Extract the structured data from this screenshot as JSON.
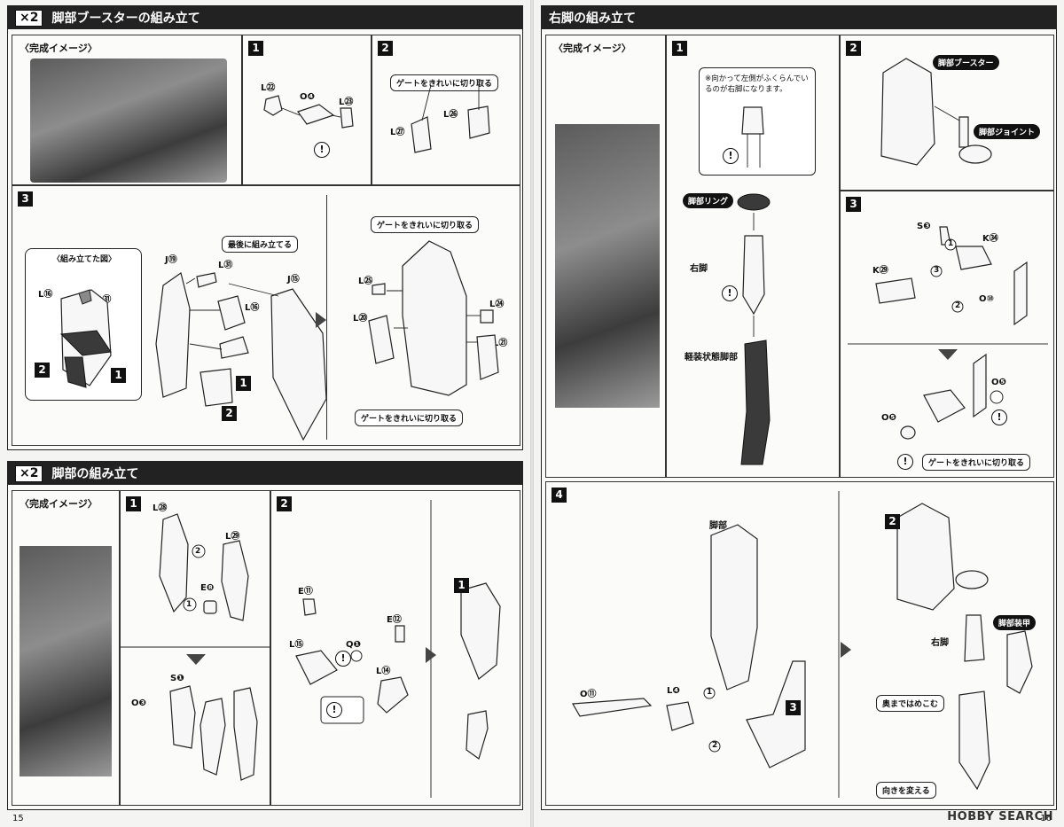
{
  "left_page": {
    "page_number": "15",
    "booster_section": {
      "multiplier": "×2",
      "title": "脚部ブースターの組み立て",
      "complete_image_label": "〈完成イメージ〉",
      "step1": {
        "num": "1",
        "parts": [
          "L㉒",
          "O❹",
          "L㉓"
        ]
      },
      "step2": {
        "num": "2",
        "callout": "ゲートをきれいに切り取る",
        "parts": [
          "L㉗",
          "L㉖"
        ]
      },
      "step3": {
        "num": "3",
        "assembled_label": "〈組み立てた図〉",
        "inset_parts": [
          "L⑯",
          "L㉛"
        ],
        "inset_steps": [
          "2",
          "1"
        ],
        "callout_last": "最後に組み立てる",
        "parts": [
          "J⑲",
          "L㉛",
          "L⑯",
          "J⑮"
        ],
        "steps": [
          "1",
          "2"
        ],
        "callout_gate_top": "ゲートをきれいに切り取る",
        "callout_gate_bottom": "ゲートをきれいに切り取る",
        "parts_right": [
          "L㉕",
          "L⑳",
          "L㉔",
          "L㉑"
        ]
      }
    },
    "leg_section": {
      "multiplier": "×2",
      "title": "脚部の組み立て",
      "complete_image_label": "〈完成イメージ〉",
      "step1": {
        "num": "1",
        "parts": [
          "L㉘",
          "L㉙",
          "E❽"
        ],
        "order": [
          "2",
          "1"
        ],
        "lower_parts": [
          "S❶",
          "O❸"
        ]
      },
      "step2": {
        "num": "2",
        "parts": [
          "E⑪",
          "E⑫",
          "L⑮",
          "Q❶",
          "L⑭"
        ],
        "sub_step": "1"
      }
    }
  },
  "right_page": {
    "page_number": "16",
    "right_leg_section": {
      "title": "右脚の組み立て",
      "complete_image_label": "〈完成イメージ〉",
      "step1": {
        "num": "1",
        "note": "※向かって左側がふくらんでいるのが右脚になります。",
        "labels": [
          "脚部リング",
          "右脚",
          "軽装状態脚部"
        ]
      },
      "step2": {
        "num": "2",
        "labels": [
          "脚部ブースター",
          "脚部ジョイント"
        ]
      },
      "step3": {
        "num": "3",
        "parts": [
          "S❸",
          "K㉞",
          "K㉙",
          "O⑩",
          "O❺",
          "O❺"
        ],
        "order": [
          "1",
          "3",
          "2"
        ],
        "callout": "ゲートをきれいに切り取る"
      },
      "step4": {
        "num": "4",
        "parts": [
          "O⑪",
          "L❹"
        ],
        "labels": [
          "脚部"
        ],
        "order": [
          "1",
          "2"
        ],
        "sub_steps": [
          "3",
          "2"
        ],
        "right_labels": [
          "右脚",
          "脚部装甲"
        ],
        "callouts": [
          "奥まではめこむ",
          "向きを変える"
        ]
      }
    },
    "watermark": "HOBBY SEARCH"
  },
  "colors": {
    "header_bg": "#222222",
    "panel_border": "#333333",
    "page_bg": "#f4f4f3"
  }
}
